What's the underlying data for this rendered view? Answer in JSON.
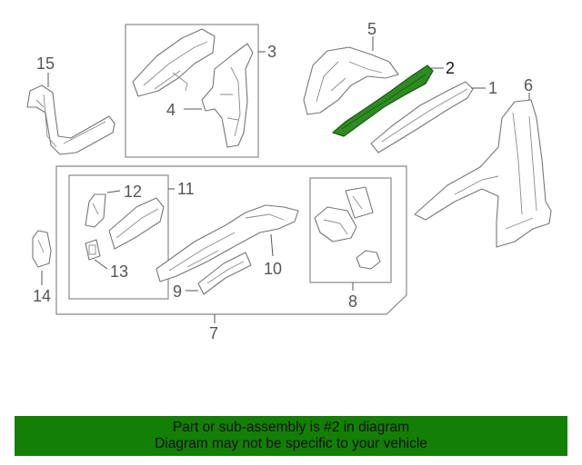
{
  "diagram": {
    "callouts": {
      "c1": "1",
      "c2": "2",
      "c3": "3",
      "c4": "4",
      "c5": "5",
      "c6": "6",
      "c7": "7",
      "c8": "8",
      "c9": "9",
      "c10": "10",
      "c11": "11",
      "c12": "12",
      "c13": "13",
      "c14": "14",
      "c15": "15"
    },
    "highlighted_part": "2",
    "highlight_color": "#2e8b22"
  },
  "banner": {
    "line1": "Part or sub-assembly is #2 in diagram",
    "line2": "Diagram may not be specific to your vehicle",
    "background": "#137f04"
  }
}
